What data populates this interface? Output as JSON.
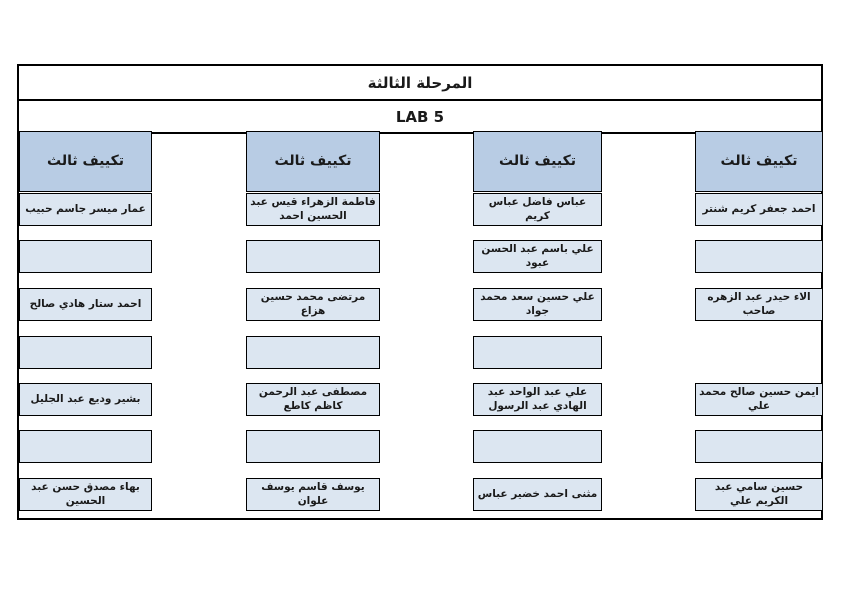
{
  "document": {
    "title": "المرحلة الثالثة",
    "subtitle": "LAB 5"
  },
  "colors": {
    "header_fill": "#b8cce4",
    "cell_fill": "#dce6f1",
    "border": "#000000",
    "background": "#ffffff"
  },
  "columns": [
    {
      "header": "تكييف ثالث",
      "rows": [
        {
          "text": "عمار ميسر جاسم حبيب"
        },
        {
          "text": ""
        },
        {
          "text": "احمد ستار هادي صالح"
        },
        {
          "text": ""
        },
        {
          "text": "بشير وديع عبد الجليل"
        },
        {
          "text": ""
        },
        {
          "text": "بهاء مصدق حسن عبد الحسين"
        }
      ]
    },
    {
      "header": "تكييف ثالث",
      "rows": [
        {
          "text": "فاطمة الزهراء قيس عبد الحسين احمد"
        },
        {
          "text": ""
        },
        {
          "text": "مرتضى محمد حسين هزاع"
        },
        {
          "text": ""
        },
        {
          "text": "مصطفى عبد الرحمن كاظم كاطع"
        },
        {
          "text": ""
        },
        {
          "text": "يوسف قاسم يوسف علوان"
        }
      ]
    },
    {
      "header": "تكييف ثالث",
      "rows": [
        {
          "text": "عباس فاضل عباس كريم"
        },
        {
          "text": "علي باسم عبد الحسن عبود"
        },
        {
          "text": "علي حسين سعد محمد جواد"
        },
        {
          "text": ""
        },
        {
          "text": "علي عبد الواحد عبد الهادي عبد الرسول"
        },
        {
          "text": ""
        },
        {
          "text": "مثنى احمد خضير عباس"
        }
      ]
    },
    {
      "header": "تكييف ثالث",
      "rows": [
        {
          "text": "احمد جعفر كريم شنتر"
        },
        {
          "text": ""
        },
        {
          "text": "الاء حيدر عبد الزهره صاحب"
        },
        null,
        {
          "text": "ايمن حسين صالح محمد علي"
        },
        {
          "text": ""
        },
        {
          "text": "حسين سامي عبد الكريم علي"
        }
      ]
    }
  ]
}
